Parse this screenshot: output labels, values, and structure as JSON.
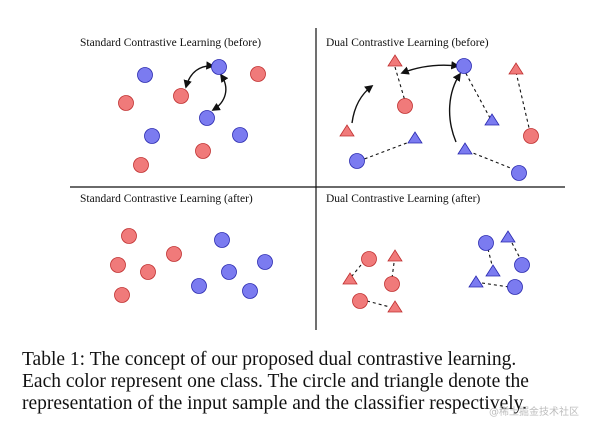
{
  "panels": {
    "top_left_title": "Standard Contrastive Learning (before)",
    "top_right_title": "Dual Contrastive Learning (before)",
    "bottom_left_title": "Standard Contrastive Learning (after)",
    "bottom_right_title": "Dual Contrastive Learning (after)"
  },
  "caption": {
    "line1": "Table 1:  The concept of our proposed dual contrastive learning.",
    "line2": "Each color represent one class.  The circle and triangle denote the",
    "line3": "representation of the input sample and the classifier respectively."
  },
  "watermark": "@稀土掘金技术社区",
  "colors": {
    "red_class": "#f07a7a",
    "red_stroke": "#c03030",
    "blue_class": "#7b7bf0",
    "blue_stroke": "#2a2ab0"
  }
}
